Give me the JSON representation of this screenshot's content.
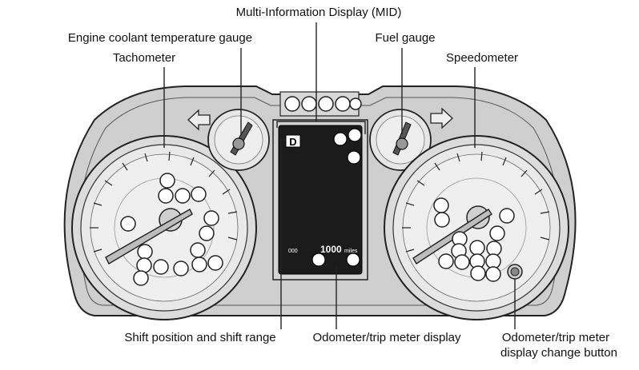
{
  "labels": {
    "mid": "Multi-Information Display (MID)",
    "coolant": "Engine coolant temperature gauge",
    "tachometer": "Tachometer",
    "fuel": "Fuel gauge",
    "speedometer": "Speedometer",
    "shift": "Shift position and shift range",
    "odometer_display": "Odometer/trip meter display",
    "odometer_button_line1": "Odometer/trip meter",
    "odometer_button_line2": "display change button"
  },
  "display": {
    "shift_letter": "D",
    "odometer_value": "1000",
    "odometer_unit": "miles",
    "trip_text": "000"
  },
  "colors": {
    "panel": "#cfcfcf",
    "gauge": "#e6e6e6",
    "screen": "#1b1b1b",
    "line": "#222222"
  }
}
